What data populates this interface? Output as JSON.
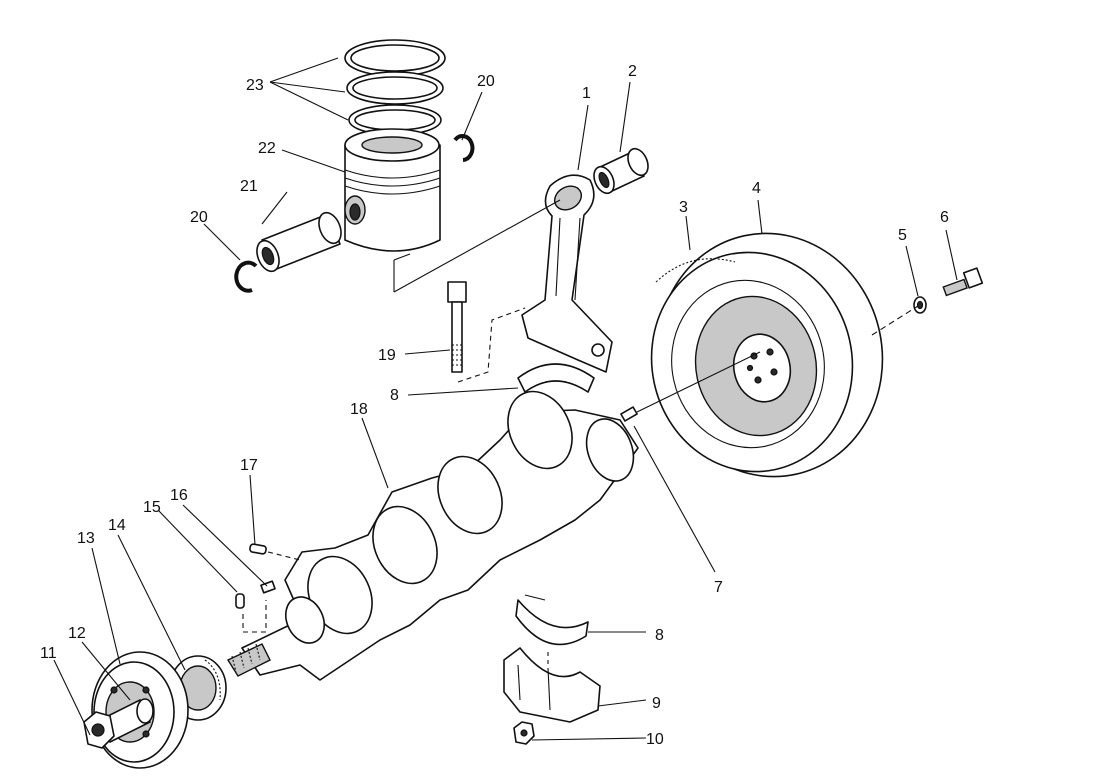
{
  "callouts": {
    "c1": "1",
    "c2": "2",
    "c3": "3",
    "c4": "4",
    "c5": "5",
    "c6": "6",
    "c7": "7",
    "c8a": "8",
    "c8b": "8",
    "c9": "9",
    "c10": "10",
    "c11": "11",
    "c12": "12",
    "c13": "13",
    "c14": "14",
    "c15": "15",
    "c16": "16",
    "c17": "17",
    "c18": "18",
    "c19": "19",
    "c20a": "20",
    "c20b": "20",
    "c21": "21",
    "c22": "22",
    "c23": "23"
  }
}
